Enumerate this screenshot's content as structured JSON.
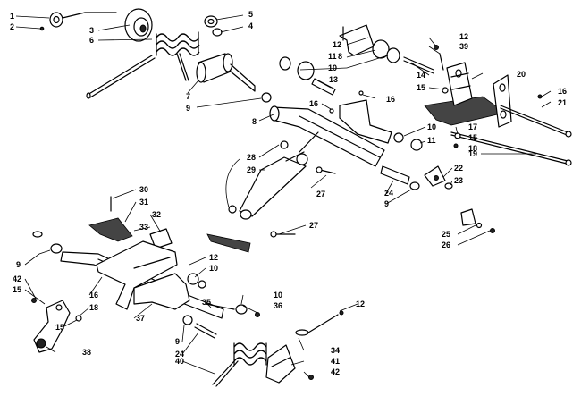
{
  "diagram": {
    "labels": [
      {
        "id": "l1",
        "text": "1"
      },
      {
        "id": "l2",
        "text": "2"
      },
      {
        "id": "l3",
        "text": "3"
      },
      {
        "id": "l6",
        "text": "6"
      },
      {
        "id": "l5",
        "text": "5"
      },
      {
        "id": "l4",
        "text": "4"
      },
      {
        "id": "l12a",
        "text": "12"
      },
      {
        "id": "l8a",
        "text": "8"
      },
      {
        "id": "l11a",
        "text": "11"
      },
      {
        "id": "l10a",
        "text": "10"
      },
      {
        "id": "l13",
        "text": "13"
      },
      {
        "id": "l12b",
        "text": "12"
      },
      {
        "id": "l39",
        "text": "39"
      },
      {
        "id": "l20",
        "text": "20"
      },
      {
        "id": "l14",
        "text": "14"
      },
      {
        "id": "l15a",
        "text": "15"
      },
      {
        "id": "l16a",
        "text": "16"
      },
      {
        "id": "l16b",
        "text": "16"
      },
      {
        "id": "l16c",
        "text": "16"
      },
      {
        "id": "l21",
        "text": "21"
      },
      {
        "id": "l7",
        "text": "7"
      },
      {
        "id": "l9a",
        "text": "9"
      },
      {
        "id": "l8b",
        "text": "8"
      },
      {
        "id": "l17",
        "text": "17"
      },
      {
        "id": "l15b",
        "text": "15"
      },
      {
        "id": "l18a",
        "text": "18"
      },
      {
        "id": "l19",
        "text": "19"
      },
      {
        "id": "l10b",
        "text": "10"
      },
      {
        "id": "l11b",
        "text": "11"
      },
      {
        "id": "l28",
        "text": "28"
      },
      {
        "id": "l29",
        "text": "29"
      },
      {
        "id": "l27a",
        "text": "27"
      },
      {
        "id": "l22",
        "text": "22"
      },
      {
        "id": "l23",
        "text": "23"
      },
      {
        "id": "l24a",
        "text": "24"
      },
      {
        "id": "l9b",
        "text": "9"
      },
      {
        "id": "l30",
        "text": "30"
      },
      {
        "id": "l31",
        "text": "31"
      },
      {
        "id": "l32",
        "text": "32"
      },
      {
        "id": "l33",
        "text": "33"
      },
      {
        "id": "l27b",
        "text": "27"
      },
      {
        "id": "l25",
        "text": "25"
      },
      {
        "id": "l26",
        "text": "26"
      },
      {
        "id": "l9c",
        "text": "9"
      },
      {
        "id": "l12c",
        "text": "12"
      },
      {
        "id": "l10c",
        "text": "10"
      },
      {
        "id": "l42a",
        "text": "42"
      },
      {
        "id": "l15c",
        "text": "15"
      },
      {
        "id": "l16d",
        "text": "16"
      },
      {
        "id": "l18b",
        "text": "18"
      },
      {
        "id": "l15d",
        "text": "15"
      },
      {
        "id": "l37",
        "text": "37"
      },
      {
        "id": "l35",
        "text": "35"
      },
      {
        "id": "l10d",
        "text": "10"
      },
      {
        "id": "l36",
        "text": "36"
      },
      {
        "id": "l12d",
        "text": "12"
      },
      {
        "id": "l38",
        "text": "38"
      },
      {
        "id": "l9d",
        "text": "9"
      },
      {
        "id": "l24b",
        "text": "24"
      },
      {
        "id": "l40",
        "text": "40"
      },
      {
        "id": "l34",
        "text": "34"
      },
      {
        "id": "l41",
        "text": "41"
      },
      {
        "id": "l42b",
        "text": "42"
      }
    ]
  }
}
